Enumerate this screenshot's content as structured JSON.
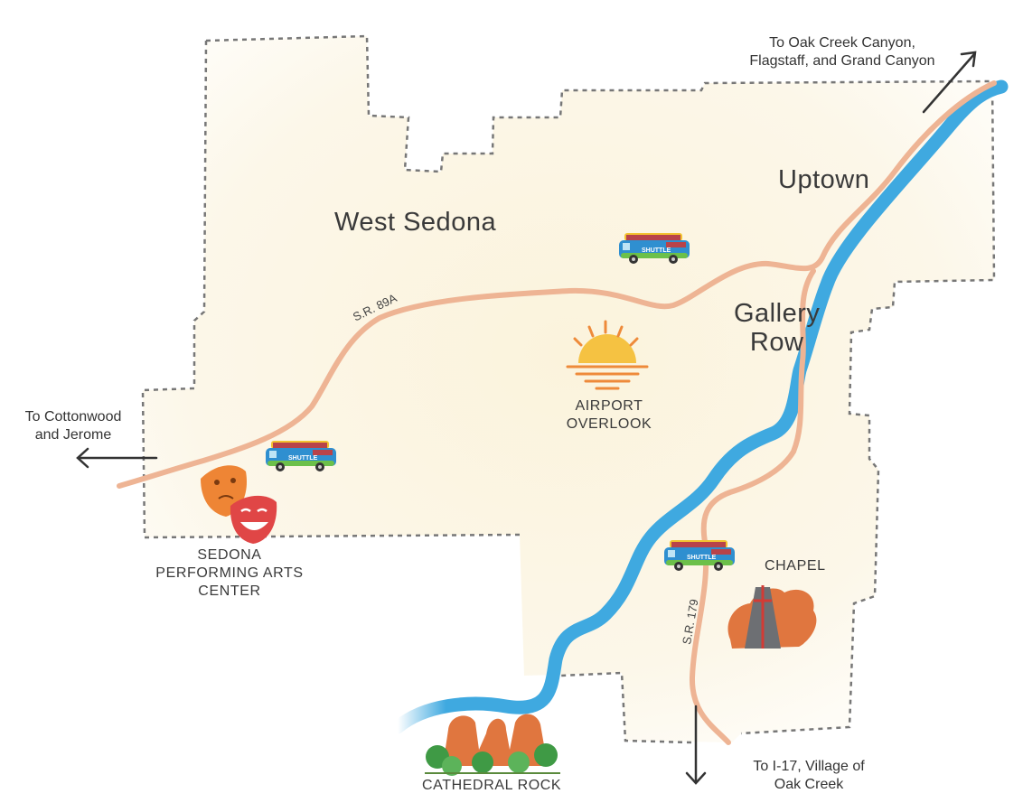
{
  "areas": {
    "west_sedona": "West Sedona",
    "uptown": "Uptown",
    "gallery_row_line1": "Gallery",
    "gallery_row_line2": "Row"
  },
  "roads": {
    "sr89a": "S.R. 89A",
    "sr179": "S.R. 179"
  },
  "points_of_interest": {
    "airport_overlook_line1": "AIRPORT",
    "airport_overlook_line2": "OVERLOOK",
    "performing_arts_line1": "SEDONA",
    "performing_arts_line2": "PERFORMING ARTS",
    "performing_arts_line3": "CENTER",
    "chapel": "CHAPEL",
    "cathedral_rock": "CATHEDRAL ROCK"
  },
  "directions": {
    "north_line1": "To Oak Creek Canyon,",
    "north_line2": "Flagstaff, and Grand Canyon",
    "west_line1": "To Cottonwood",
    "west_line2": "and Jerome",
    "south_line1": "To I-17, Village of",
    "south_line2": "Oak Creek"
  },
  "shuttle_label": "SHUTTLE",
  "colors": {
    "land": "#fbf5e4",
    "road": "#eeb494",
    "river": "#3fa9e0",
    "boundary": "#777777",
    "rock": "#e0763f",
    "mask_orange": "#ee8535",
    "mask_red": "#e04646",
    "sun": "#f5c242",
    "sun_rays": "#ee8a3a"
  },
  "icons": [
    "shuttle-bus-icon",
    "sun-icon",
    "theater-masks-icon",
    "chapel-icon",
    "cathedral-rock-icon",
    "arrow-icon"
  ]
}
